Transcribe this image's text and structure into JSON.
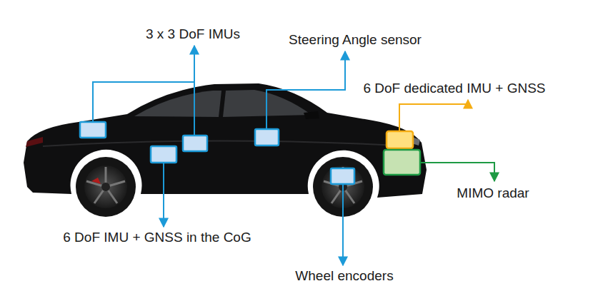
{
  "diagram": {
    "labels": [
      "3 x 3 DoF IMUs",
      "Steering Angle sensor",
      "6 DoF dedicated IMU + GNSS",
      "MIMO radar",
      "6 DoF IMU + GNSS in the CoG",
      "Wheel encoders"
    ]
  }
}
